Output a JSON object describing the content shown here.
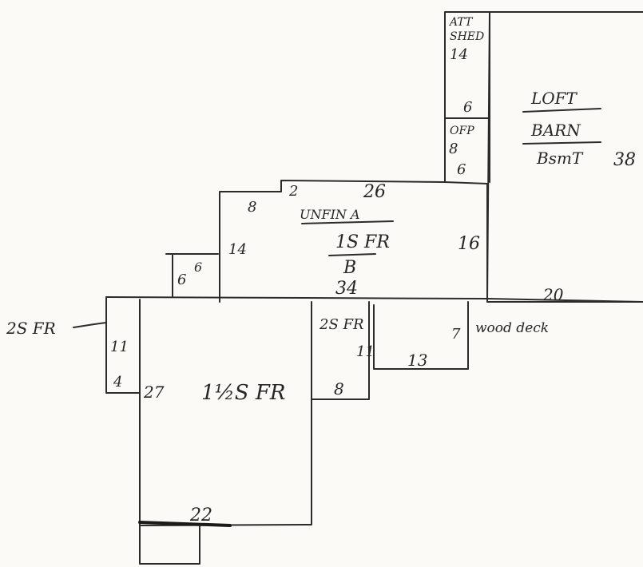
{
  "sketch": {
    "labels": {
      "att_shed_1": "ATT",
      "att_shed_2": "SHED",
      "att_shed_dim_14": "14",
      "att_shed_dim_6": "6",
      "ofp": "OFP",
      "ofp_dim_8": "8",
      "ofp_dim_6": "6",
      "loft": "LOFT",
      "barn": "BARN",
      "bsmt": "BsmT",
      "barn_dim_38": "38",
      "barn_dim_20": "20",
      "unfin_a": "UNFIN A",
      "one_s_fr": "1S FR",
      "b": "B",
      "unfin_dim_2": "2",
      "unfin_dim_26": "26",
      "unfin_dim_8": "8",
      "unfin_dim_14": "14",
      "unfin_dim_16": "16",
      "unfin_dim_34": "34",
      "small_dim_6a": "6",
      "small_dim_6b": "6",
      "left_two_s_fr": "2S FR",
      "left_dim_11": "11",
      "left_dim_4": "4",
      "main_dim_27": "27",
      "main_label": "1½S FR",
      "main_dim_22": "22",
      "mid_two_s_fr": "2S FR",
      "mid_dim_11": "11",
      "mid_dim_8": "8",
      "deck_dim_13": "13",
      "deck_dim_7": "7",
      "wood_deck": "wood deck"
    }
  }
}
